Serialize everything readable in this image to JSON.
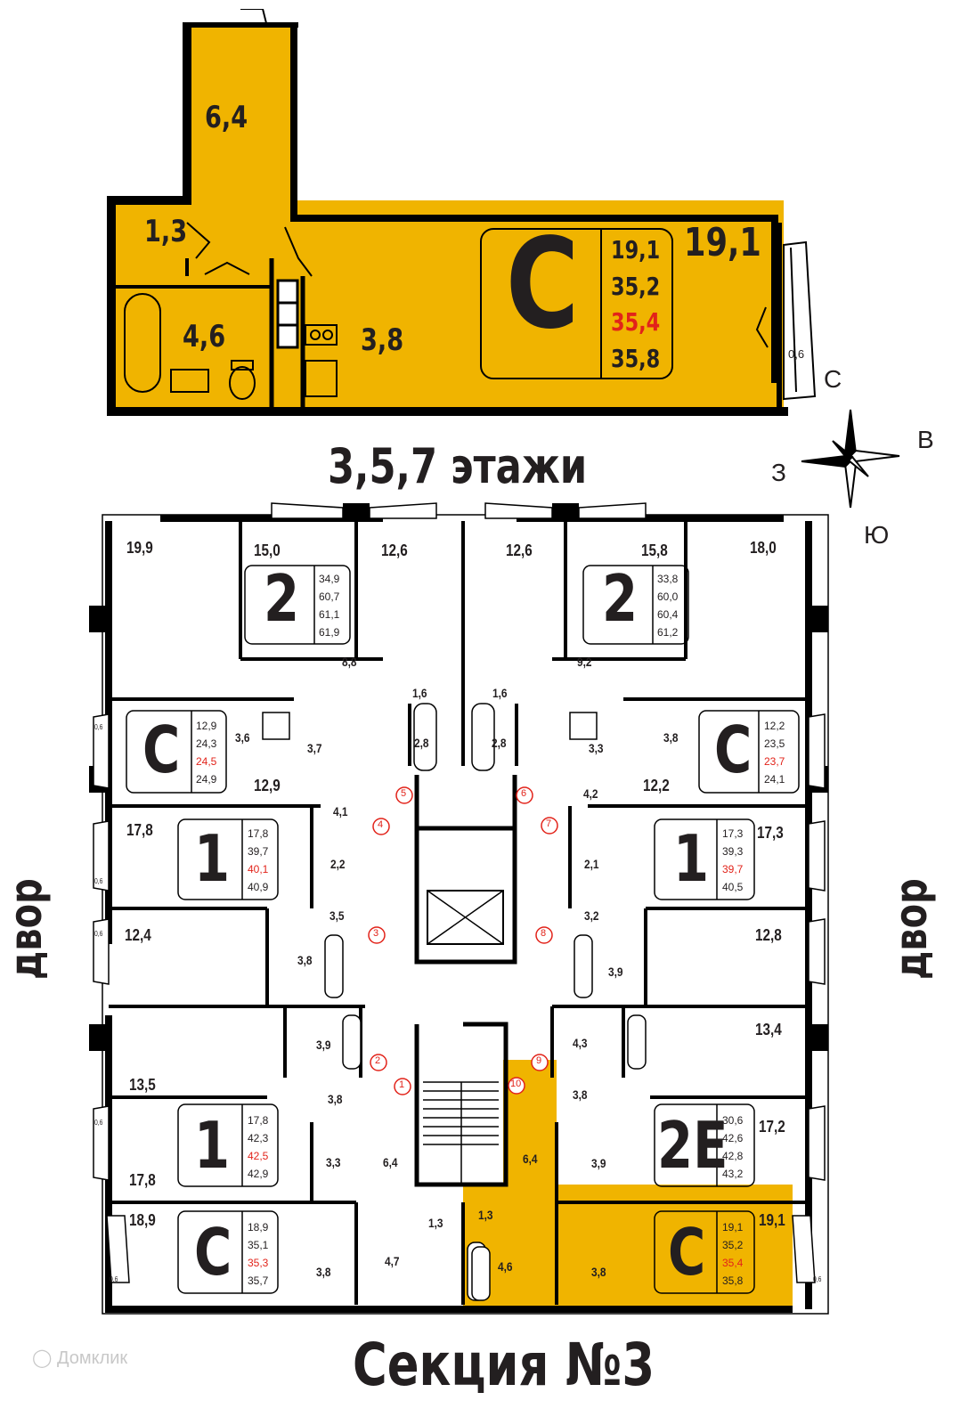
{
  "top_unit": {
    "type": "С",
    "rooms": [
      "6,4",
      "1,3",
      "4,6",
      "3,8",
      "19,1",
      "0,6"
    ],
    "areas": [
      "19,1",
      "35,2",
      "35,4",
      "35,8"
    ],
    "highlight_area_index": 2
  },
  "floors_title": "3,5,7 этажи",
  "compass": {
    "n": "С",
    "e": "В",
    "w": "З",
    "s": "Ю"
  },
  "side_labels": {
    "left": "двор",
    "right": "двор"
  },
  "section_title": "Секция №3",
  "watermark": "Домклик",
  "colors": {
    "unit_fill": "#f0b400",
    "wall": "#000000",
    "highlight_text": "#e2231a",
    "door_marker": "#e2231a"
  },
  "plan_rooms": [
    "19,9",
    "15,0",
    "12,6",
    "12,6",
    "15,8",
    "18,0",
    "8,8",
    "9,2",
    "1,6",
    "1,6",
    "2,8",
    "2,8",
    "3,6",
    "3,7",
    "3,3",
    "3,8",
    "12,9",
    "12,2",
    "4,1",
    "4,2",
    "17,8",
    "17,3",
    "2,2",
    "2,1",
    "3,5",
    "3,2",
    "12,4",
    "12,8",
    "3,8",
    "3,9",
    "13,5",
    "13,4",
    "3,9",
    "4,3",
    "3,8",
    "3,8",
    "17,8",
    "17,2",
    "3,3",
    "6,4",
    "6,4",
    "3,9",
    "18,9",
    "19,1",
    "1,3",
    "1,3",
    "4,7",
    "4,6",
    "3,8",
    "3,8",
    "0,6",
    "0,6",
    "0,6",
    "0,6",
    "0,6",
    "0,6"
  ],
  "units": [
    {
      "type": "2",
      "areas": [
        "34,9",
        "60,7",
        "61,1",
        "61,9"
      ],
      "red": -1
    },
    {
      "type": "2",
      "areas": [
        "33,8",
        "60,0",
        "60,4",
        "61,2"
      ],
      "red": -1
    },
    {
      "type": "С",
      "areas": [
        "12,9",
        "24,3",
        "24,5",
        "24,9"
      ],
      "red": 2
    },
    {
      "type": "С",
      "areas": [
        "12,2",
        "23,5",
        "23,7",
        "24,1"
      ],
      "red": 2
    },
    {
      "type": "1",
      "areas": [
        "17,8",
        "39,7",
        "40,1",
        "40,9"
      ],
      "red": 2
    },
    {
      "type": "1",
      "areas": [
        "17,3",
        "39,3",
        "39,7",
        "40,5"
      ],
      "red": 2
    },
    {
      "type": "1",
      "areas": [
        "17,8",
        "42,3",
        "42,5",
        "42,9"
      ],
      "red": 2
    },
    {
      "type": "2Е",
      "areas": [
        "30,6",
        "42,6",
        "42,8",
        "43,2"
      ],
      "red": -1
    },
    {
      "type": "С",
      "areas": [
        "18,9",
        "35,1",
        "35,3",
        "35,7"
      ],
      "red": 2
    },
    {
      "type": "С",
      "areas": [
        "19,1",
        "35,2",
        "35,4",
        "35,8"
      ],
      "red": 2
    }
  ],
  "door_numbers": [
    "1",
    "2",
    "3",
    "4",
    "5",
    "6",
    "7",
    "8",
    "9",
    "10"
  ]
}
